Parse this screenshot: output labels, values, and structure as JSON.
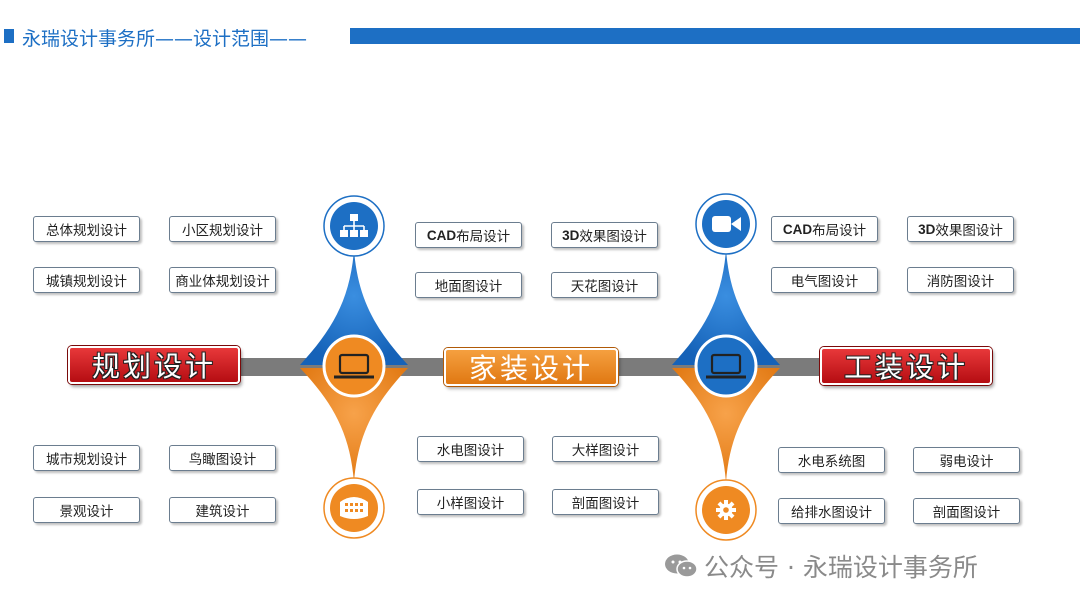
{
  "header": {
    "title": "永瑞设计事务所——设计范围——"
  },
  "colors": {
    "blue": "#1d6fc4",
    "orange": "#ef8a22",
    "red": "#c8161d",
    "gray": "#7a7a7a"
  },
  "categories": {
    "planning": "规划设计",
    "home": "家装设计",
    "commercial": "工装设计"
  },
  "icons": {
    "hub1_top": "sitemap-icon",
    "hub1_center": "laptop-icon",
    "hub1_bottom": "keyboard-icon",
    "hub2_top": "video-camera-icon",
    "hub2_center": "laptop-icon",
    "hub2_bottom": "gear-icon"
  },
  "planning_top": [
    "总体规划设计",
    "小区规划设计",
    "城镇规划设计",
    "商业体规划设计"
  ],
  "planning_bottom": [
    "城市规划设计",
    "鸟瞰图设计",
    "景观设计",
    "建筑设计"
  ],
  "home_top": [
    {
      "bold": "CAD",
      "text": "布局设计"
    },
    {
      "bold": "3D",
      "text": "效果图设计"
    },
    {
      "bold": "",
      "text": "地面图设计"
    },
    {
      "bold": "",
      "text": "天花图设计"
    }
  ],
  "home_bottom": [
    "水电图设计",
    "大样图设计",
    "小样图设计",
    "剖面图设计"
  ],
  "commercial_top": [
    {
      "bold": "CAD",
      "text": "布局设计"
    },
    {
      "bold": "3D",
      "text": "效果图设计"
    },
    {
      "bold": "",
      "text": "电气图设计"
    },
    {
      "bold": "",
      "text": "消防图设计"
    }
  ],
  "commercial_bottom": [
    "水电系统图",
    "弱电设计",
    "给排水图设计",
    "剖面图设计"
  ],
  "watermark": "公众号 · 永瑞设计事务所"
}
